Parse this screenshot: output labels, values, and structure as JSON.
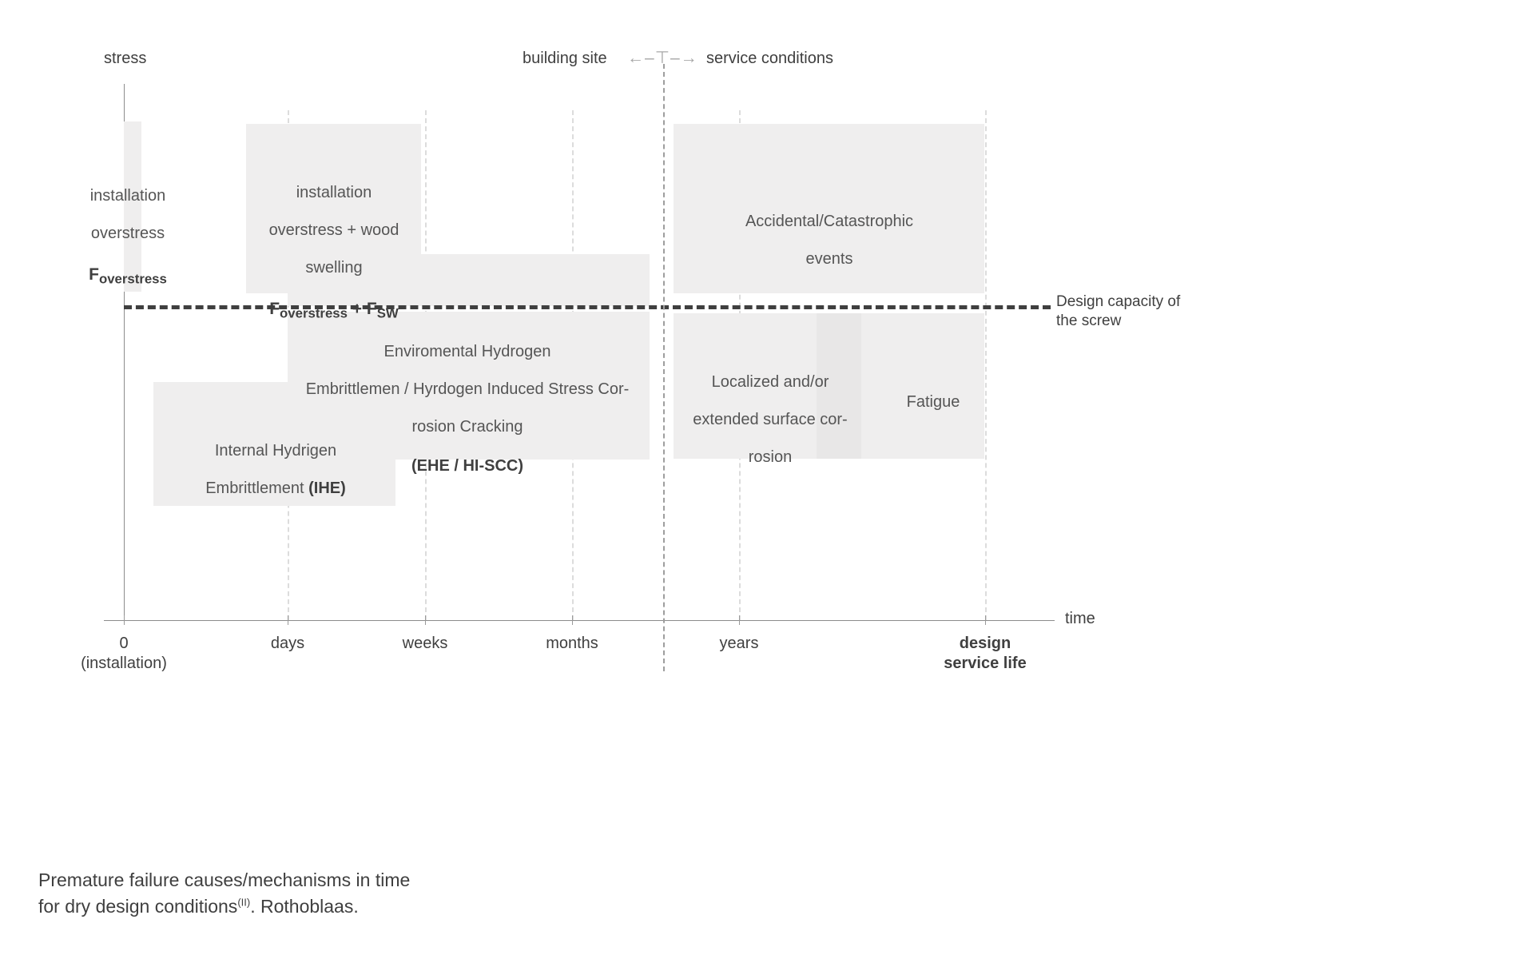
{
  "chart_data": {
    "type": "timeline",
    "title": "Premature failure causes/mechanisms in time for dry design conditions. Rothoblaas.",
    "xlabel": "time",
    "ylabel": "stress",
    "grid": true,
    "categories": [
      "0 (installation)",
      "days",
      "weeks",
      "months",
      "years",
      "design service life"
    ],
    "reference_lines": [
      {
        "name": "design-capacity",
        "orientation": "horizontal",
        "label": "Design capacity of the screw",
        "style": "dashed"
      },
      {
        "name": "phase-divider",
        "orientation": "vertical",
        "label_left": "building site",
        "label_right": "service conditions",
        "style": "dashed"
      }
    ],
    "bands": [
      {
        "id": "installation-overstress",
        "label": "installation overstress",
        "formula": "F_overstress",
        "x_from": "0",
        "x_to": "0",
        "above_capacity": true
      },
      {
        "id": "installation-overstress-wood-swelling",
        "label": "installation overstress + wood swelling",
        "formula": "F_overstress + F_sw",
        "x_from": "0",
        "x_to": "weeks",
        "above_capacity": true
      },
      {
        "id": "accidental-catastrophic-events",
        "label": "Accidental/Catastrophic events",
        "x_from": "years",
        "x_to": "design service life",
        "above_capacity": true
      },
      {
        "id": "environmental-hydrogen-embrittlement",
        "label": "Enviromental Hydrogen Embrittlemen / Hyrdogen Induced Stress Corrosion Cracking",
        "abbrev": "(EHE / HI-SCC)",
        "x_from": "days",
        "x_to": "months",
        "above_capacity": false
      },
      {
        "id": "internal-hydrogen-embrittlement",
        "label": "Internal Hydrigen Embrittlement",
        "abbrev": "(IHE)",
        "x_from": "0",
        "x_to": "weeks",
        "above_capacity": false
      },
      {
        "id": "localized-extended-surface-corrosion",
        "label": "Localized and/or extended surface corrosion",
        "x_from": "years",
        "x_to": "design service life",
        "above_capacity": false
      },
      {
        "id": "fatigue",
        "label": "Fatigue",
        "x_from": "years",
        "x_to": "design service life",
        "above_capacity": false
      }
    ]
  },
  "axes": {
    "y_label": "stress",
    "x_label": "time"
  },
  "top_labels": {
    "building_site": "building site",
    "service_conditions": "service conditions",
    "arrow_left": "←",
    "arrow_dash_left": "–",
    "arrow_tee": "⊤",
    "arrow_dash_right": "–",
    "arrow_right": "→"
  },
  "capacity": {
    "line1": "Design capacity of",
    "line2": "the screw"
  },
  "ticks": [
    {
      "label": "0",
      "sublabel": "(installation)"
    },
    {
      "label": "days",
      "sublabel": ""
    },
    {
      "label": "weeks",
      "sublabel": ""
    },
    {
      "label": "months",
      "sublabel": ""
    },
    {
      "label": "years",
      "sublabel": ""
    },
    {
      "label": "design",
      "sublabel": "service life"
    }
  ],
  "boxes": {
    "installation_overstress": {
      "line1": "installation",
      "line2": "overstress",
      "formula_base": "F",
      "formula_sub": "overstress"
    },
    "installation_overstress_swelling": {
      "line1": "installation",
      "line2": "overstress + wood",
      "line3": "swelling",
      "formula_base1": "F",
      "formula_sub1": "overstress",
      "formula_plus": " + ",
      "formula_base2": "F",
      "formula_sub2": "SW"
    },
    "accidental": {
      "line1": "Accidental/Catastrophic",
      "line2": "events"
    },
    "ehe": {
      "line1": "Enviromental Hydrogen",
      "line2": "Embrittlemen / Hyrdogen Induced Stress Cor-",
      "line3": "rosion Cracking",
      "abbrev": "(EHE / HI-SCC)"
    },
    "ihe": {
      "line1": "Internal Hydrigen",
      "line2_a": "Embrittlement ",
      "line2_b": "(IHE)"
    },
    "localized_corrosion": {
      "line1": "Localized and/or",
      "line2": "extended surface cor-",
      "line3": "rosion"
    },
    "fatigue": {
      "label": "Fatigue"
    }
  },
  "caption": {
    "line1": "Premature failure causes/mechanisms in time",
    "line2_a": "for dry design conditions",
    "line2_sup": "(II)",
    "line2_b": ". Rothoblaas."
  },
  "colors": {
    "background": "#ffffff",
    "box_fill": "#efeeee",
    "box_fill_overlap": "#e8e7e7",
    "axis": "#8c8c8c",
    "grid": "#dcdcdc",
    "divider": "#9e9e9e",
    "capacity_line": "#3f3f3f",
    "text": "#3f3f3f",
    "text_muted": "#555555"
  }
}
